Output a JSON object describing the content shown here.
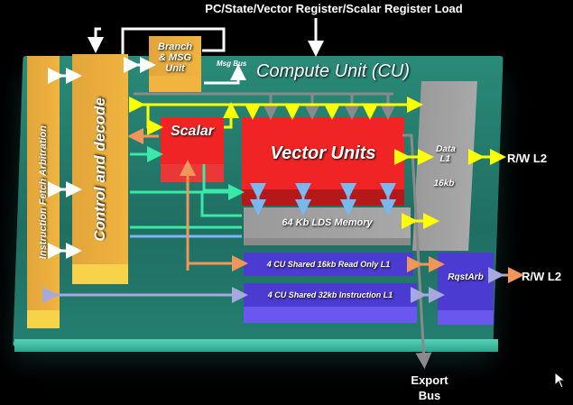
{
  "title": "PC/State/Vector Register/Scalar Register Load",
  "compute_unit_label": "Compute Unit (CU)",
  "blocks": {
    "instruction_fetch": "Instruction Fetch Arbitration",
    "control_decode": "Control and decode",
    "branch_msg": "Branch & MSG Unit",
    "scalar": "Scalar",
    "vector_units": "Vector Units",
    "data_l1": "Data L1",
    "data_l1_size": "16kb",
    "lds_memory": "64 Kb LDS Memory",
    "readonly_l1": "4 CU Shared 16kb Read Only L1",
    "instruction_l1": "4 CU Shared 32kb Instruction  L1",
    "rqstarb": "RqstArb"
  },
  "labels": {
    "msg_bus": "Msg Bus",
    "rw_l2_top": "R/W L2",
    "rw_l2_bottom": "R/W L2",
    "export_bus": "Export Bus"
  },
  "colors": {
    "board": "#24806f",
    "orange_block": "#e8ab3c",
    "red_block": "#f02424",
    "gray_block": "#a0a0a0",
    "purple_block": "#4b3bd0",
    "yellow_arrow": "#ffff00",
    "green_arrow": "#3ce8a8",
    "orange_arrow": "#f0965a",
    "blue_arrow": "#7ab8f0",
    "lavender_arrow": "#a8a8e0"
  }
}
